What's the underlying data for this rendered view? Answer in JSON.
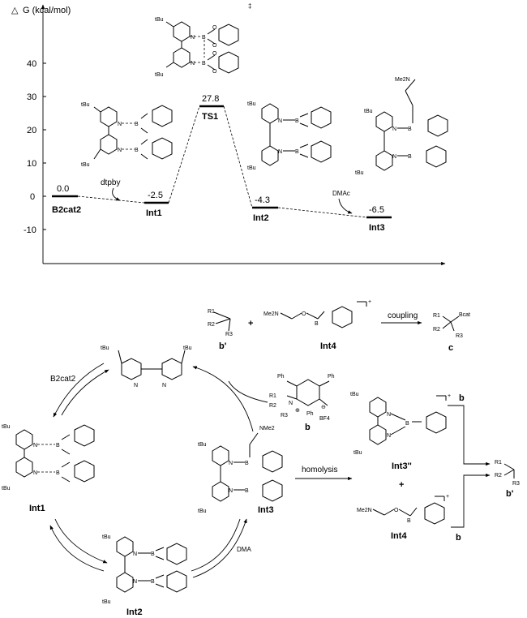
{
  "energy_diagram": {
    "y_axis_label": "G (kcal/mol)",
    "delta_symbol": "△",
    "ticks": [
      "40",
      "30",
      "20",
      "10",
      "0",
      "-10"
    ],
    "states": [
      {
        "name": "B2cat2",
        "value": "0.0"
      },
      {
        "name": "Int1",
        "value": "-2.5"
      },
      {
        "name": "TS1",
        "value": "27.8"
      },
      {
        "name": "Int2",
        "value": "-4.3"
      },
      {
        "name": "Int3",
        "value": "-6.5"
      }
    ],
    "step_labels": {
      "dtpby": "dtpby",
      "dmac": "DMAc"
    },
    "ts_mark": "‡"
  },
  "atoms": {
    "n": "N",
    "b": "B",
    "o": "O",
    "tbu": "tBu",
    "nme2": "NMe2",
    "me2n": "Me2N",
    "ph": "Ph",
    "bf4": "BF4",
    "r1": "R1",
    "r2": "R2",
    "r3": "R3",
    "bcat": "Bcat",
    "plus": "+",
    "minus": "⊖",
    "cation": "⊕"
  },
  "mechanism": {
    "b2cat2": "B2cat2",
    "int1": "Int1",
    "int2": "Int2",
    "int3": "Int3",
    "int3pp": "Int3''",
    "int4": "Int4",
    "int4_top": "Int4",
    "dma": "DMA",
    "homolysis": "homolysis",
    "coupling": "coupling",
    "radical_b_prime": "b'",
    "radical_b_prime_right": "b'",
    "product_c": "c",
    "pyridinium_b": "b",
    "arrow_b1": "b",
    "arrow_b2": "b"
  }
}
